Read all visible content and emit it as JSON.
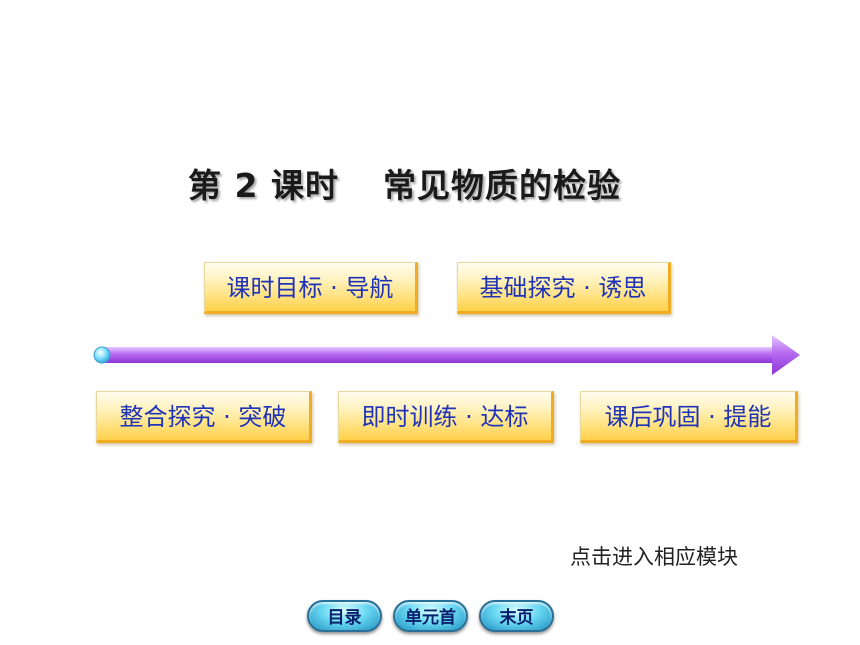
{
  "title": {
    "part1": "第 2 课时",
    "part2": "常见物质的检验"
  },
  "modules": {
    "m1": "课时目标 · 导航",
    "m2": "基础探究 · 诱思",
    "m3": "整合探究 · 突破",
    "m4": "即时训练 · 达标",
    "m5": "课后巩固 · 提能"
  },
  "hint": "点击进入相应模块",
  "nav": {
    "toc": "目录",
    "unit_home": "单元首",
    "last_page": "末页"
  },
  "colors": {
    "button_text": "#1f33b8",
    "arrow": "#b05ee8",
    "nav_button": "#4fc8e8"
  }
}
